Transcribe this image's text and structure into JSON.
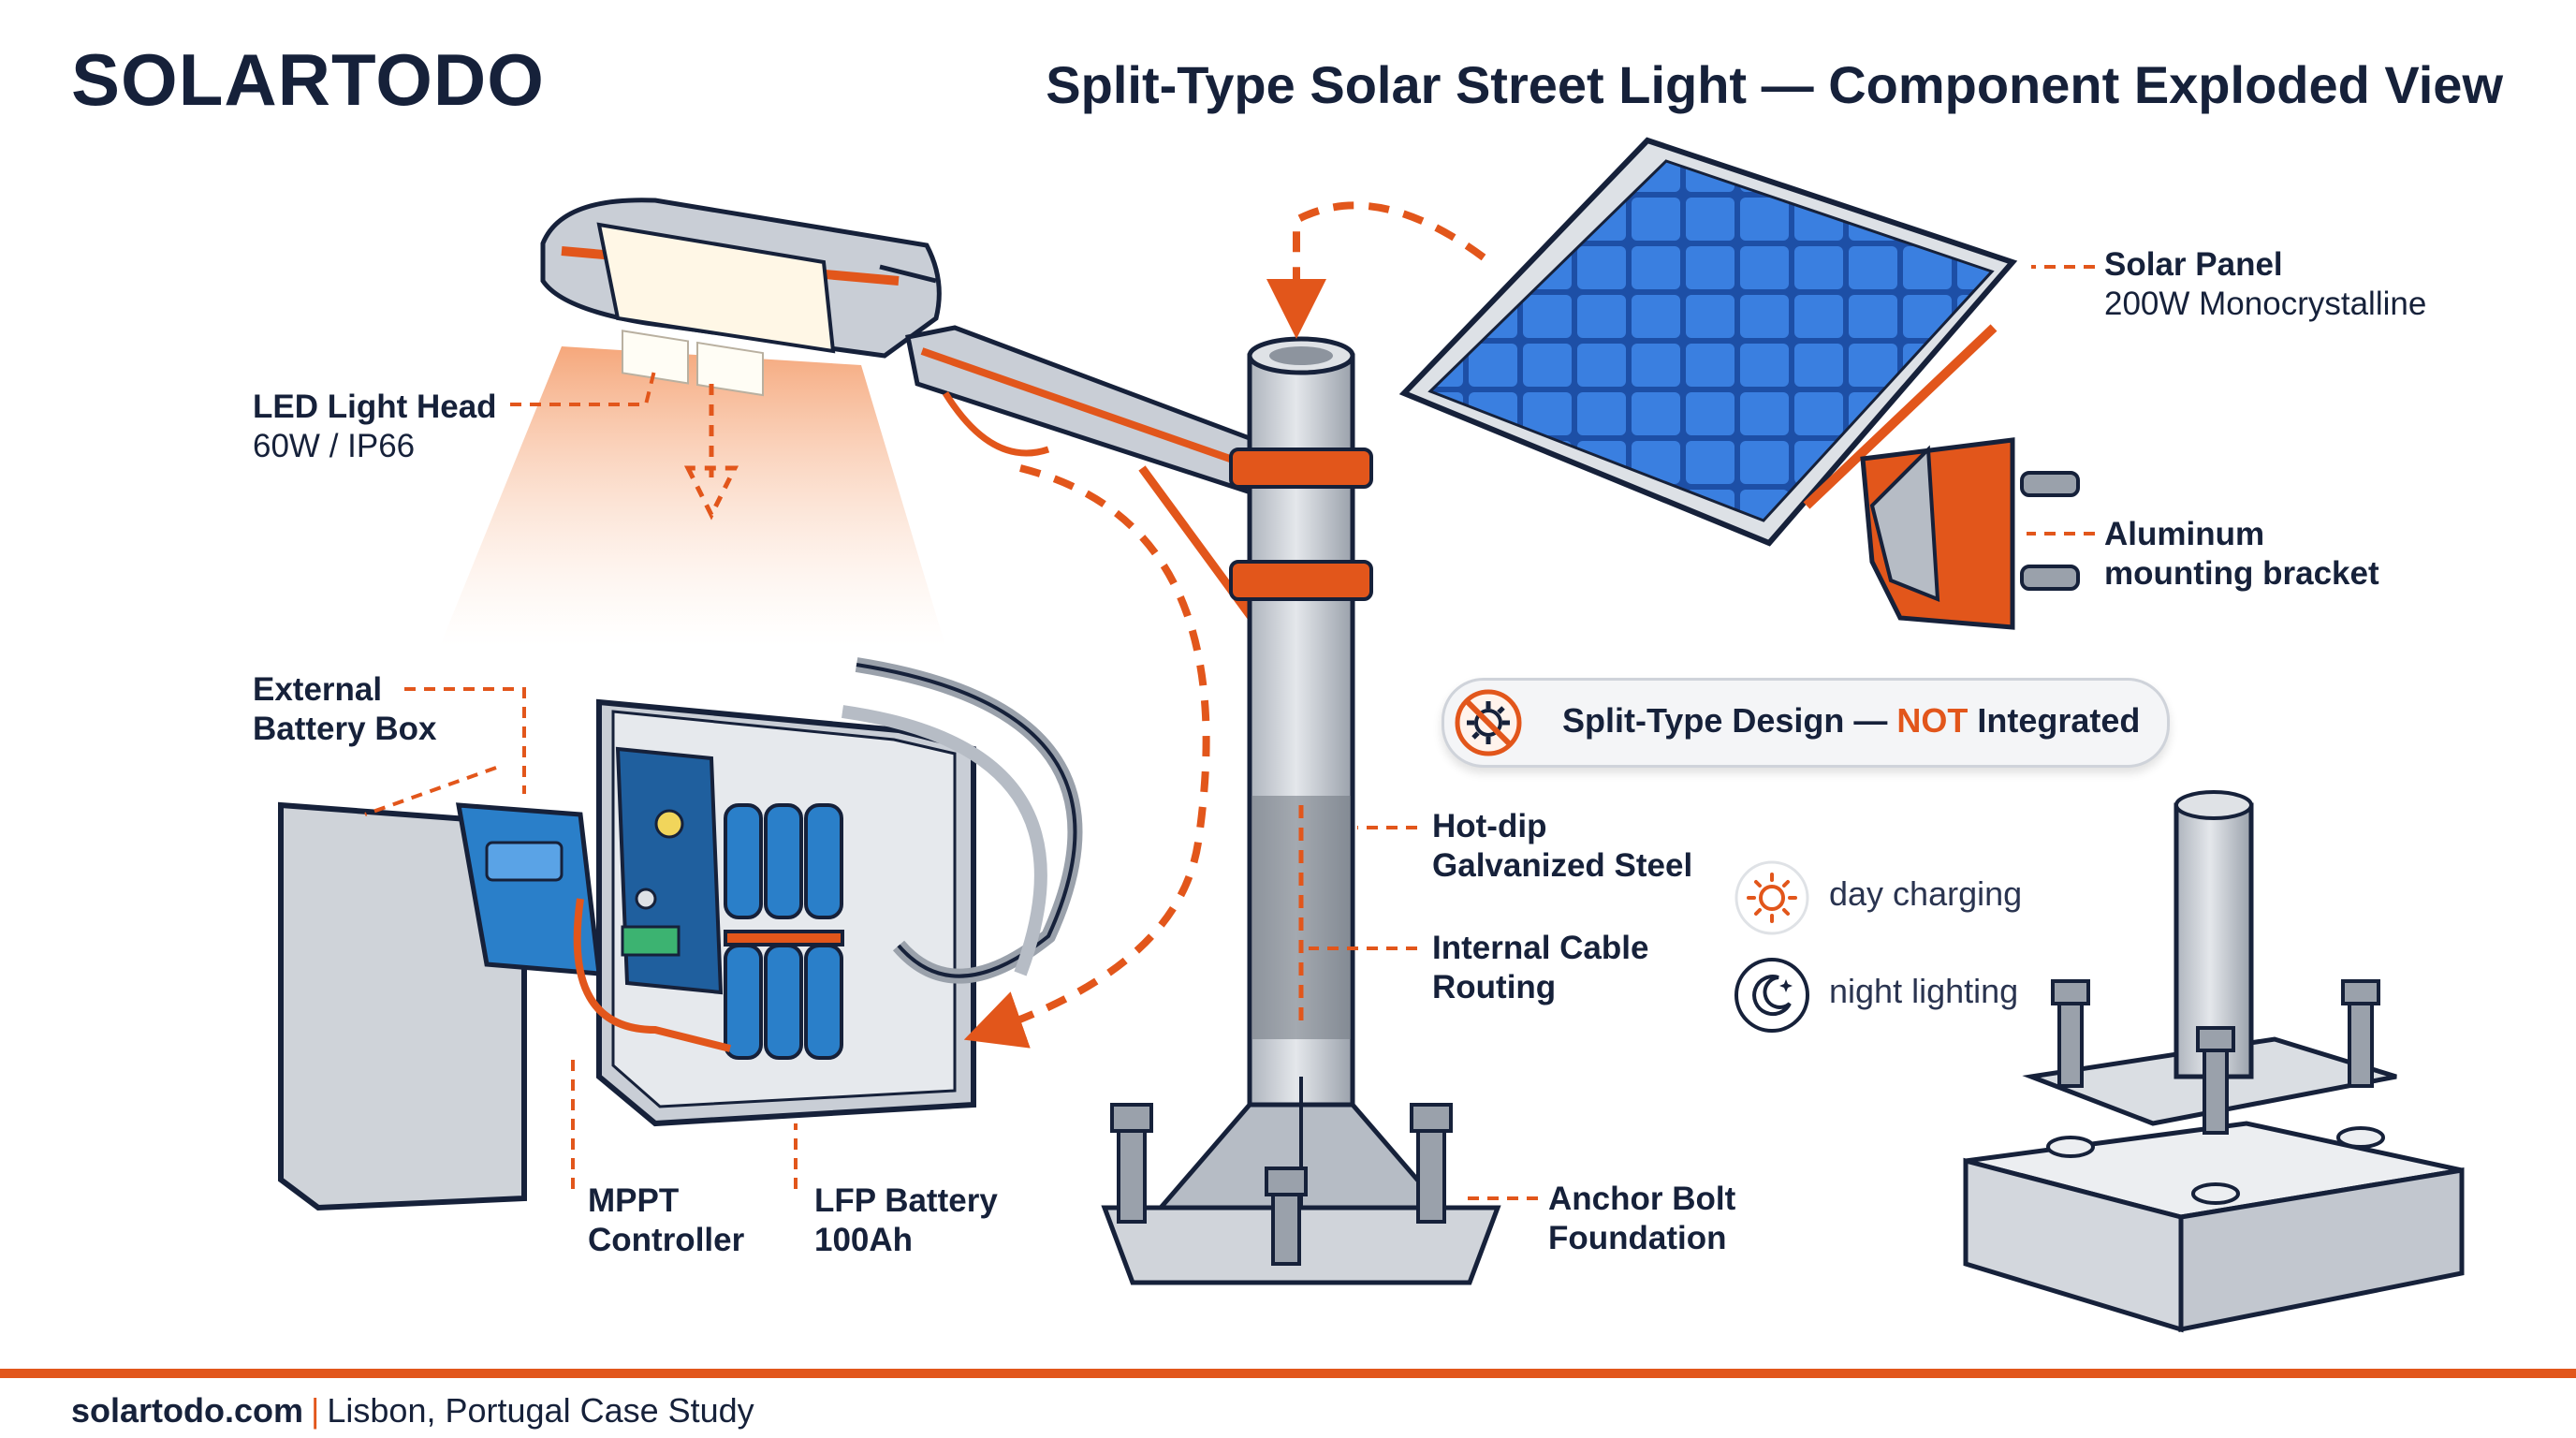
{
  "header": {
    "brand": "SOLARTODO",
    "title": "Split-Type Solar Street Light — Component Exploded View"
  },
  "labels": {
    "led_head": {
      "title": "LED Light Head",
      "spec": "60W / IP66"
    },
    "solar_panel": {
      "title": "Solar Panel",
      "spec": "200W Monocrystalline"
    },
    "bracket": {
      "line1": "Aluminum",
      "line2": "mounting bracket"
    },
    "battery_box": {
      "line1": "External",
      "line2": "Battery Box"
    },
    "galvanized": {
      "line1": "Hot-dip",
      "line2": "Galvanized Steel"
    },
    "cable_routing": {
      "line1": "Internal Cable",
      "line2": "Routing"
    },
    "mppt": {
      "line1": "MPPT",
      "line2": "Controller"
    },
    "lfp_battery": {
      "line1": "LFP Battery",
      "line2": "100Ah"
    },
    "anchor_bolt": {
      "line1": "Anchor Bolt",
      "line2": "Foundation"
    }
  },
  "badge": {
    "text_before": "Split-Type Design — ",
    "highlight": "NOT",
    "text_after": " Integrated",
    "icon": "no-integration-gear-icon"
  },
  "legend": [
    {
      "icon": "sun-icon",
      "label": "day charging"
    },
    {
      "icon": "moon-icon",
      "label": "night lighting"
    }
  ],
  "footer": {
    "site": "solartodo.com",
    "separator": "|",
    "caption": "Lisbon, Portugal Case Study"
  },
  "colors": {
    "accent": "#e2561b",
    "navy": "#16213a",
    "steel": "#c9ced6",
    "panel_blue": "#2f6fd0",
    "battery_blue": "#2a7fc9",
    "pcb_blue": "#1f5f9e"
  }
}
